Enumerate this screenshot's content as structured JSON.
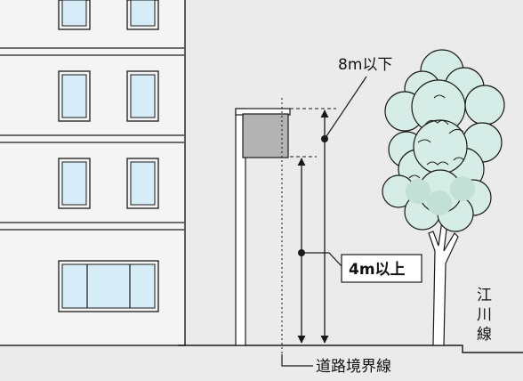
{
  "labels": {
    "max_height": "8m以下",
    "min_height": "4m以上",
    "boundary": "道路境界線",
    "river_line": [
      "江",
      "川",
      "線"
    ]
  },
  "colors": {
    "background": "#ebebeb",
    "building_fill": "#f4f4f4",
    "window_glass": "#d6ecf7",
    "sign_panel": "#b3b3b3",
    "foliage": "#d6ece6",
    "line": "#1a1a1a"
  }
}
